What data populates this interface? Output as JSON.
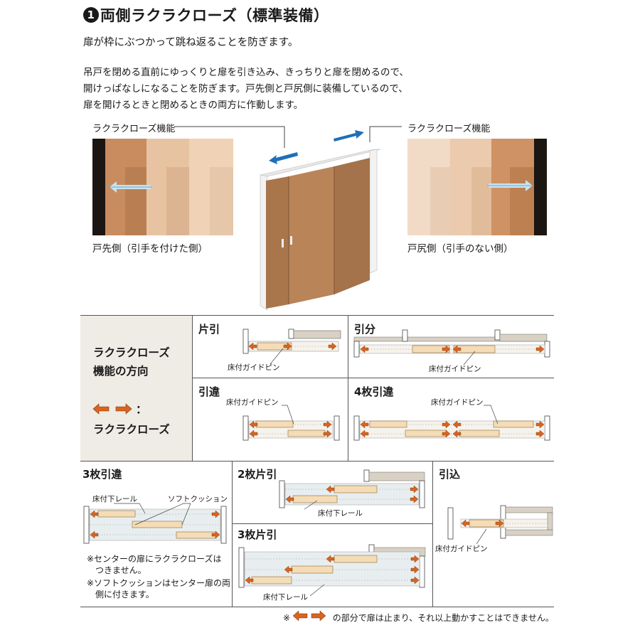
{
  "header": {
    "number": "1",
    "title": "両側ラクラクローズ（標準装備）",
    "subtitle": "扉が枠にぶつかって跳ね返ることを防ぎます。",
    "description": [
      "吊戸を閉める直前にゆっくりと扉を引き込み、きっちりと扉を閉めるので、",
      "開けっぱなしになることを防ぎます。戸先側と戸尻側に装備しているので、",
      "扉を開けるときと閉めるときの両方に作動します。"
    ]
  },
  "photos": {
    "left_feature_label": "ラクラクローズ機能",
    "right_feature_label": "ラクラクローズ機能",
    "left_caption": "戸先側（引手を付けた側）",
    "right_caption": "戸尻側（引手のない側）"
  },
  "legend": {
    "line1": "ラクラクローズ",
    "line2": "機能の方向",
    "colon": "：",
    "line3": "ラクラクローズ"
  },
  "types": {
    "katahiki": "片引",
    "hikiwake": "引分",
    "hikichigai": "引違",
    "yonmai": "4枚引違",
    "sanmai_chigai": "3枚引違",
    "nimai_kata": "2枚片引",
    "sanmai_kata": "3枚片引",
    "hikikomi": "引込"
  },
  "labels": {
    "guide_pin": "床付ガイドピン",
    "lower_rail": "床付下レール",
    "soft_cushion": "ソフトクッション"
  },
  "notes": {
    "note1a": "※センターの扉にラクラクローズは",
    "note1b": "つきません。",
    "note2a": "※ソフトクッションはセンター扉の両",
    "note2b": "側に付きます。"
  },
  "footer": {
    "prefix": "※",
    "text": "の部分で扉は止まり、それ以上動かすことはできません。"
  },
  "colors": {
    "accent_arrow": "#d9641e",
    "door_light": "#f4dcb6",
    "door_wood": "#b98458",
    "blue_arrow": "#1f6fb8"
  }
}
